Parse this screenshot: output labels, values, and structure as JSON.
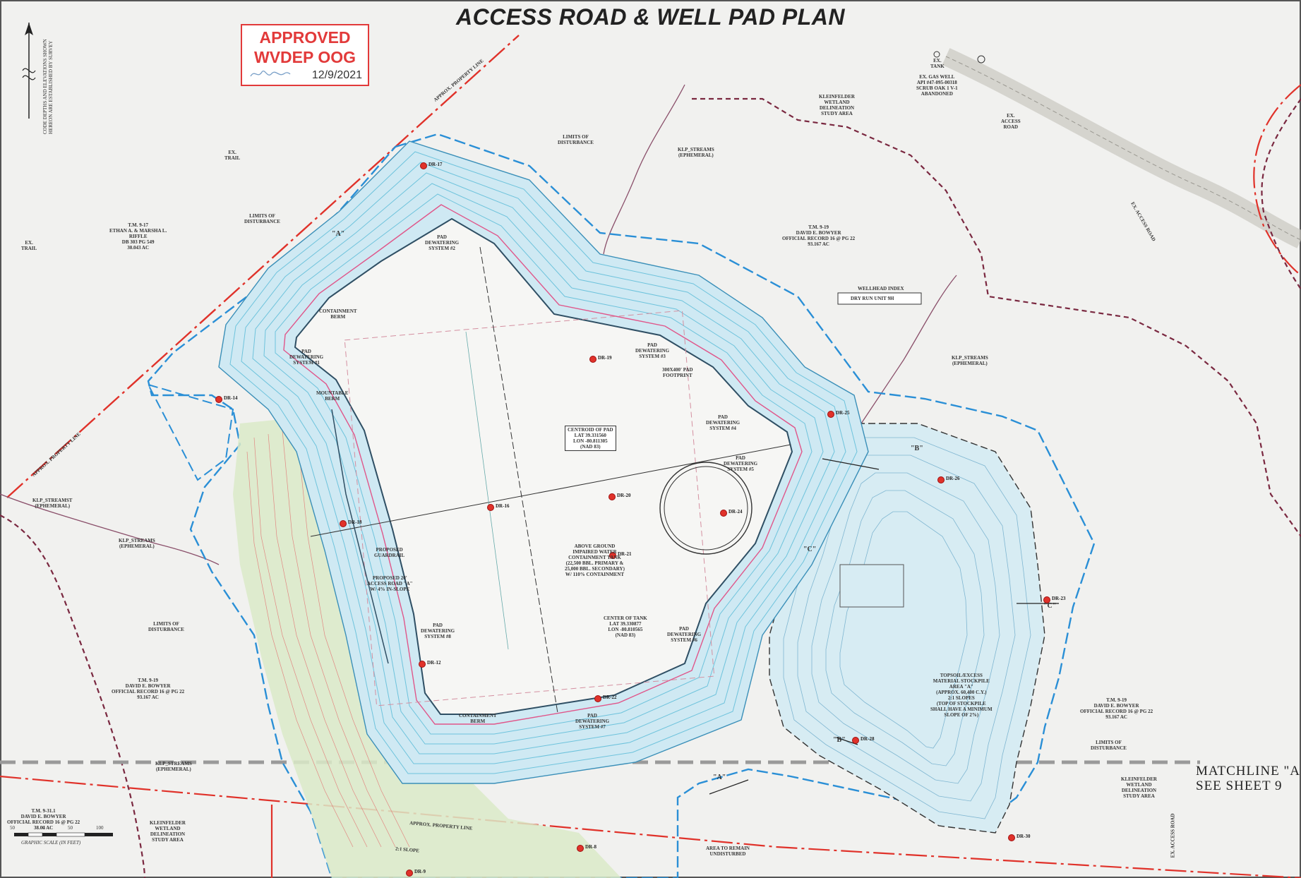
{
  "title": "ACCESS ROAD & WELL PAD PLAN",
  "stamp": {
    "line1": "APPROVED",
    "line2": "WVDEP OOG",
    "date": "12/9/2021"
  },
  "vertical_note": "CODE DEPTHS AND ELEVATIONS SHOWN HEREON ARE ESTABLISHED BY SURVEY",
  "labels": {
    "ex_trail_top": "EX.\nTRAIL",
    "ex_trail_left": "EX.\nTRAIL",
    "tm_917": "T.M. 9-17\nETHAN A. & MARSHA L.\nRIFFLE\nDB 303 PG 549\n30.043 AC",
    "lod_top": "LIMITS OF\nDISTURBANCE",
    "lod_left": "LIMITS OF\nDISTURBANCE",
    "lod_lower_left": "LIMITS OF\nDISTURBANCE",
    "lod_right": "LIMITS OF\nDISTURBANCE",
    "klp_streams_top": "KLP_STREAMS\n(EPHEMERAL)",
    "klp_streams_right": "KLP_STREAMS\n(EPHEMERAL)",
    "klp_streams_left": "KLP_STREAMS\n(EPHEMERAL)",
    "klp_streams_bottom": "KLP_STREAMS\n(EPHEMERAL)",
    "klp_streams_ephemeral": "KLP_STREAMST\n(EPHEMERAL)",
    "kleinfelder_top": "KLEINFELDER\nWETLAND\nDELINEATION\nSTUDY AREA",
    "kleinfelder_bottom": "KLEINFELDER\nWETLAND\nDELINEATION\nSTUDY AREA",
    "kleinfelder_right": "KLEINFELDER\nWETLAND\nDELINEATION\nSTUDY AREA",
    "ex_tank": "EX.\nTANK",
    "ex_gas_well": "EX. GAS WELL\nAPI #47-095-00318\nSCRUB OAK 1 V-1\nABANDONED",
    "ex_access_road_top": "EX.\nACCESS\nROAD",
    "ex_access_road_diag": "EX. ACCESS ROAD",
    "ex_access_road_bottom": "EX. ACCESS ROAD",
    "tm_919_top": "T.M. 9-19\nDAVID E. BOWYER\nOFFICIAL RECORD 16 @ PG 22\n93.167 AC",
    "tm_919_left": "T.M. 9-19\nDAVID E. BOWYER\nOFFICIAL RECORD 16 @ PG 22\n93.167 AC",
    "tm_919_right": "T.M. 9-19\nDAVID E. BOWYER\nOFFICIAL RECORD 16 @ PG 22\n93.167 AC",
    "tm_9311": "T.M. 9-31.1\nDAVID E. BOWYER\nOFFICIAL RECORD 16 @ PG 22\n38.04 AC",
    "wellhead_index": "WELLHEAD INDEX",
    "dry_run": "DRY RUN UNIT 9H",
    "pad_dewatering_2": "PAD\nDEWATERING\nSYSTEM #2",
    "pad_dewatering_1": "PAD\nDEWATERING\nSYSTEM #1",
    "pad_dewatering_3": "PAD\nDEWATERING\nSYSTEM #3",
    "pad_dewatering_4": "PAD\nDEWATERING\nSYSTEM #4",
    "pad_dewatering_5": "PAD\nDEWATERING\nSYSTEM #5",
    "pad_dewatering_6": "PAD\nDEWATERING\nSYSTEM #6",
    "pad_dewatering_7": "PAD\nDEWATERING\nSYSTEM #7",
    "pad_dewatering_8": "PAD\nDEWATERING\nSYSTEM #8",
    "containment_berm_top": "CONTAINMENT\nBERM",
    "containment_berm_bottom": "CONTAINMENT\nBERM",
    "mountable_berm": "MOUNTABLE\nBERM",
    "pad_footprint": "300X400' PAD\nFOOTPRINT",
    "centroid": "CENTROID OF PAD\nLAT 39.331560\nLON -80.811305\n(NAD 83)",
    "center_of_tank": "CENTER OF TANK\nLAT 39.330877\nLON -80.810565\n(NAD 83)",
    "tank_desc": "ABOVE GROUND\nIMPAIRED WATER\nCONTAINMENT TANK\n(22,500 BBL. PRIMARY &\n25,000 BBL. SECONDARY)\nW/ 110% CONTAINMENT",
    "proposed_guardrail": "PROPOSED\nGUARDRAIL",
    "proposed_road": "PROPOSED 20'\nACCESS ROAD \"A\"\nW/ 4% IN-SLOPE",
    "stockpile": "TOPSOIL/EXCESS\nMATERIAL STOCKPILE\nAREA \"A\"\n(APPROX. 60,400 C.Y.)\n2:1 SLOPES\n(TOP OF STOCKPILE\nSHALL HAVE A MINIMUM\nSLOPE OF 2%)",
    "area_undisturbed": "AREA TO REMAIN\nUNDISTURBED",
    "approx_property_line_top": "APPROX. PROPERTY LINE",
    "approx_property_line_left": "APPROX. PROPERTY LINE",
    "approx_property_line_bottom": "APPROX. PROPERTY LINE",
    "slope_21": "2:1 SLOPE",
    "matchline_1": "MATCHLINE \"A\"",
    "matchline_2": "SEE SHEET 9",
    "section_a": "\"A\"",
    "section_a2": "\"A\"",
    "section_b": "\"B\"",
    "section_b2": "\"B\"",
    "section_c": "\"C\"",
    "section_c2": "\"C\"",
    "graphic_scale": "GRAPHIC SCALE (IN FEET)",
    "scale_0": "50",
    "scale_1": "0",
    "scale_2": "50",
    "scale_3": "100"
  },
  "dr_points": [
    "DR-19",
    "DR-16",
    "DR-20",
    "DR-24",
    "DR-21",
    "DR-22",
    "DR-12",
    "DR-18",
    "DR-17",
    "DR-14",
    "DR-25",
    "DR-26",
    "DR-23",
    "DR-28",
    "DR-30",
    "DR-9",
    "DR-8"
  ],
  "colors": {
    "lod": "#2a8fd6",
    "property_line": "#e0322a",
    "wetland": "#7a2840",
    "stream": "#8a4f6a",
    "pad_slope": "#6ec3dc",
    "pad_fill": "#cfe9f3",
    "stockpile": "#d7ecf3",
    "road_fill": "#dbeac8",
    "matchline": "#999999",
    "stamp": "#e23a3a"
  }
}
